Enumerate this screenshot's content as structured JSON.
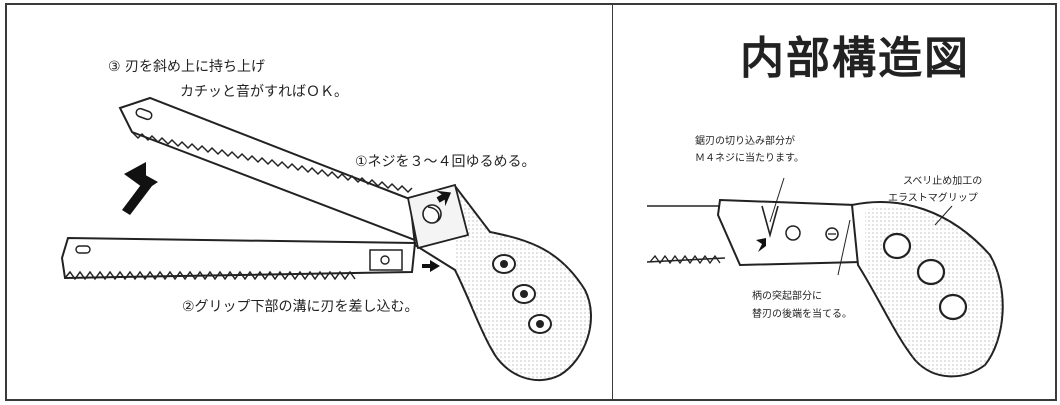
{
  "left_panel": {
    "step3_line1": "③ 刃を斜め上に持ち上げ",
    "step3_line2": "カチッと音がすればＯＫ。",
    "step1": "①ネジを３～４回ゆるめる。",
    "step2": "②グリップ下部の溝に刃を差し込む。"
  },
  "right_panel": {
    "title": "内部構造図",
    "note_notch_line1": "鋸刃の切り込み部分が",
    "note_notch_line2": "Ｍ４ネジに当たります。",
    "note_grip_line1": "スベリ止め加工の",
    "note_grip_line2": "エラストマグリップ",
    "note_handle_line1": "柄の突起部分に",
    "note_handle_line2": "替刃の後端を当てる。"
  }
}
